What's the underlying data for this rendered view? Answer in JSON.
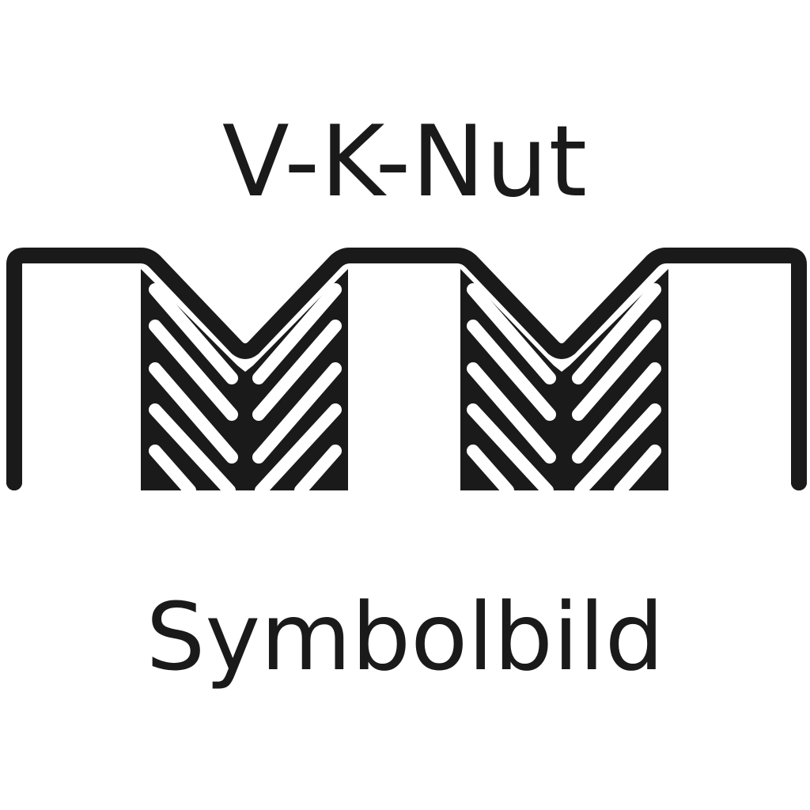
{
  "title": "V-K-Nut",
  "caption": "Symbolbild",
  "colors": {
    "ink": "#1a1a1a",
    "background": "#ffffff"
  },
  "symbol": {
    "name": "v-k-groove-cross-section",
    "grooves": 2,
    "chevron_ribs_per_side": 5
  }
}
